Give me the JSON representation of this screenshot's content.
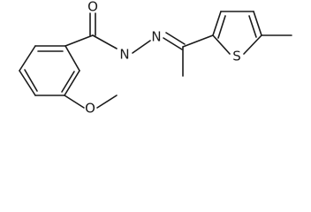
{
  "atoms": {
    "carbonyl_oxygen": "O",
    "hydrazide_nh": "N",
    "hydrazone_n": "N",
    "thiophene_s": "S",
    "methoxy_oxygen": "O"
  }
}
